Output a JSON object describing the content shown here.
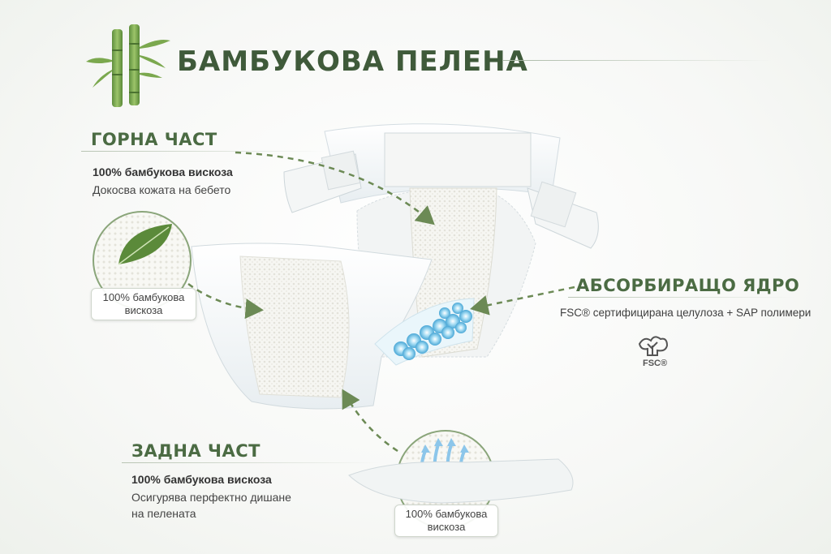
{
  "title": "БАМБУКОВА ПЕЛЕНА",
  "sections": {
    "top": {
      "title": "ГОРНА ЧАСТ",
      "line1": "100% бамбукова вискоза",
      "line2": "Докосва кожата на бебето",
      "badge": [
        "100% бамбукова",
        "вискоза"
      ]
    },
    "core": {
      "title": "АБСОРБИРАЩО ЯДРО",
      "line1": "FSC® сертифицирана целулоза + SAP полимери",
      "logo_text": "FSC®"
    },
    "back": {
      "title": "ЗАДНА ЧАСТ",
      "line1": "100% бамбукова вискоза",
      "line2": "Осигурява перфектно дишане",
      "line3": "на пелената",
      "badge": [
        "100% бамбукова",
        "вискоза"
      ]
    }
  },
  "colors": {
    "accent_green": "#4b6b43",
    "arrow_green": "#6c8a55",
    "sap_blue": "#7cc4e6"
  },
  "icons": [
    "bamboo-icon",
    "leaf-icon",
    "fsc-tree-icon",
    "airflow-icon"
  ]
}
